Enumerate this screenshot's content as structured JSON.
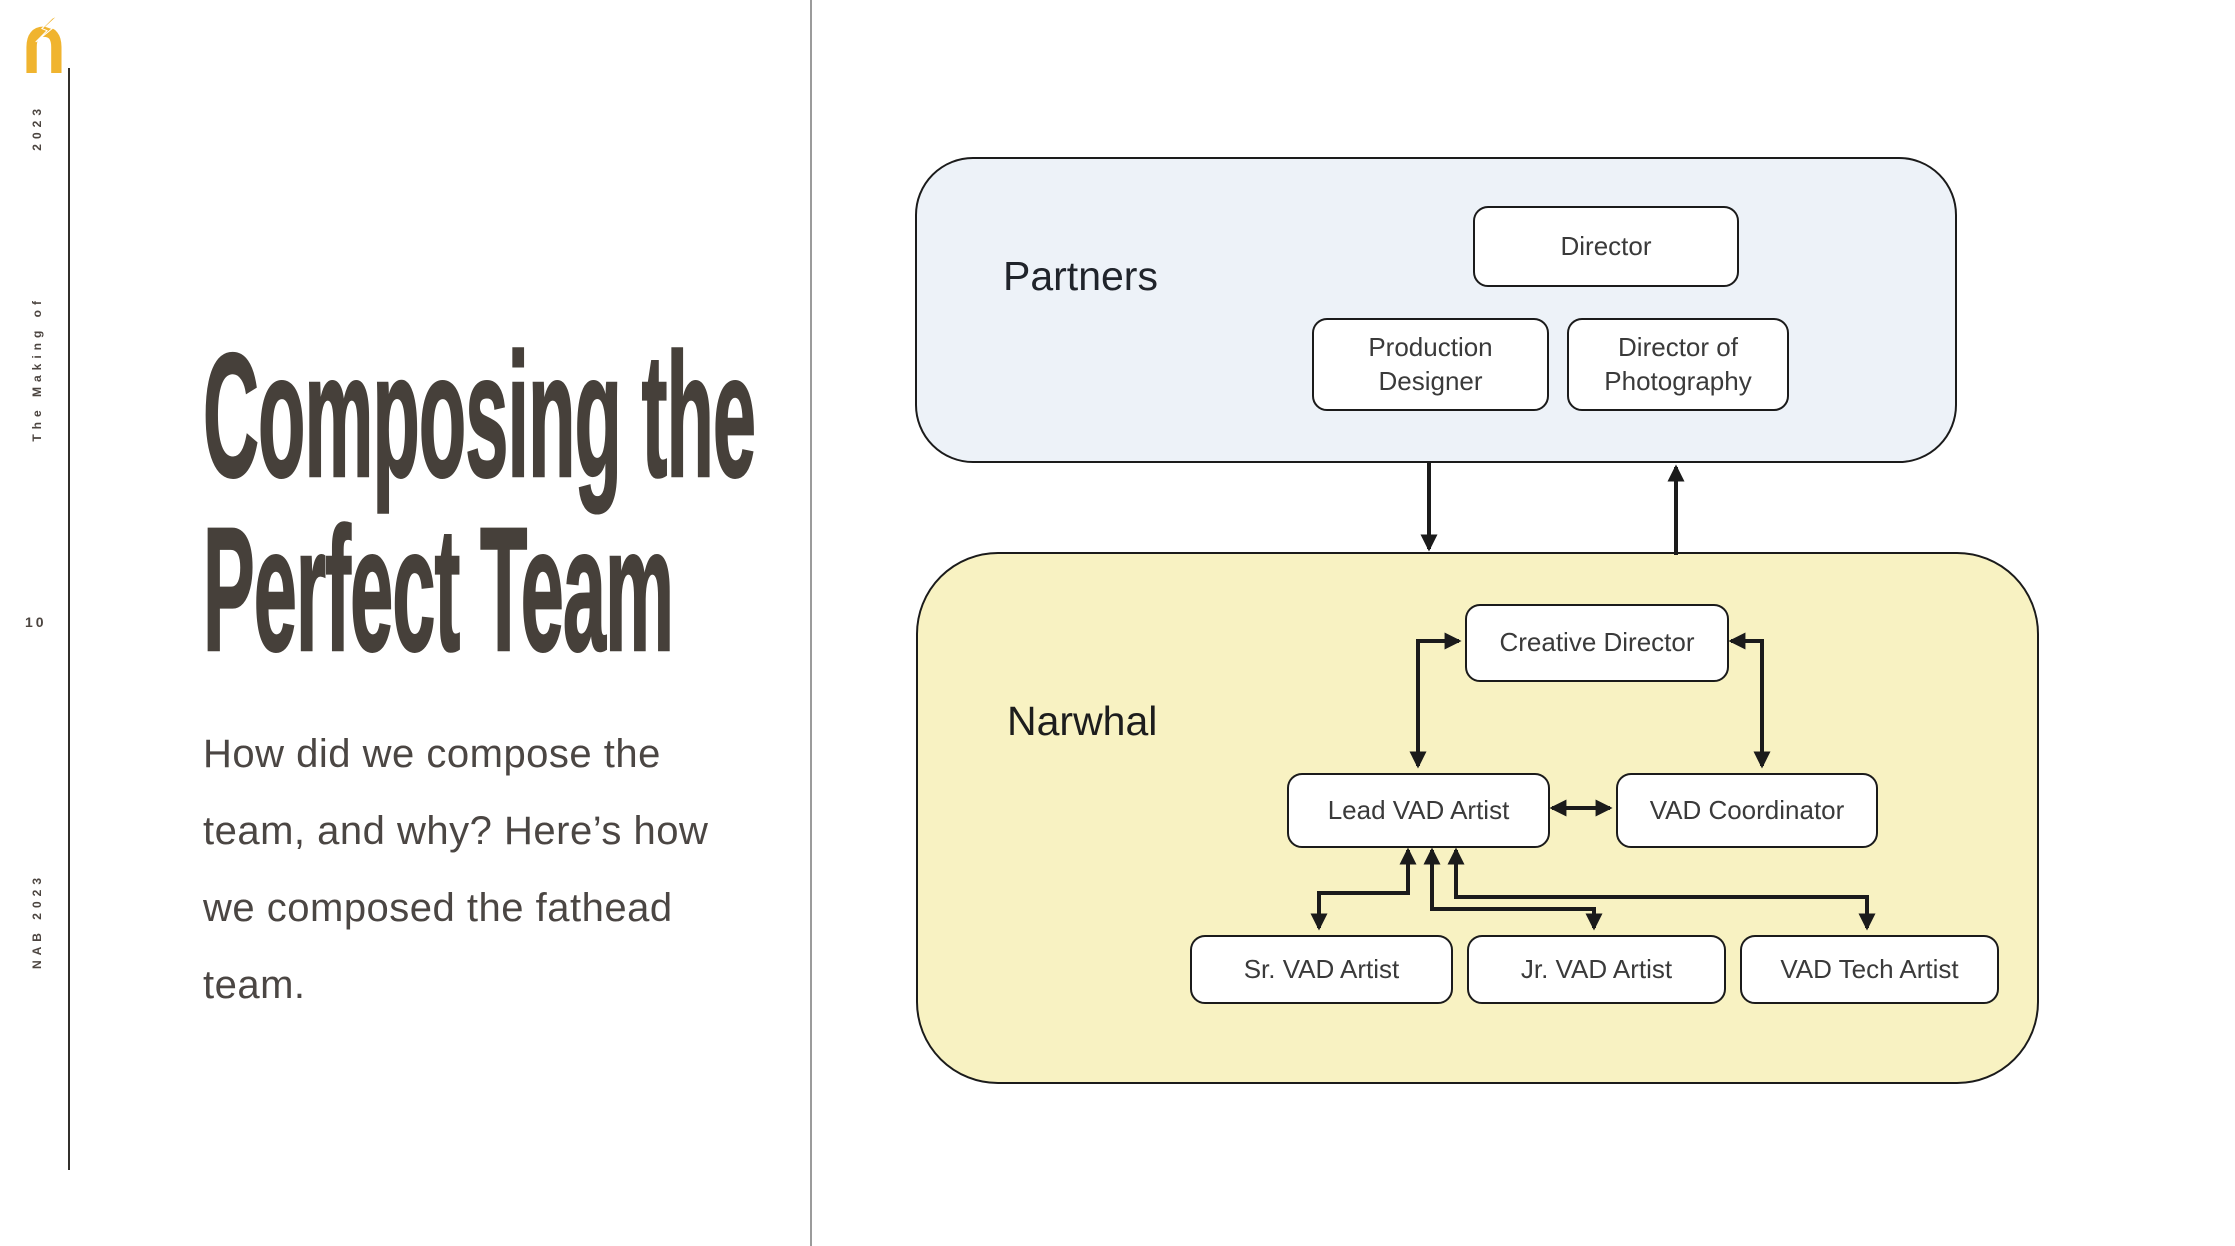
{
  "sidebar": {
    "logo_icon": "n-lightning-logo",
    "year_vertical": "2023",
    "series_vertical": "The Making of",
    "page_number": "10",
    "footer_vertical": "NAB 2023"
  },
  "content": {
    "title_line1": "Composing the",
    "title_line2": "Perfect Team",
    "body": "How did we compose the\nteam, and why? Here’s how\nwe composed the fathead\nteam."
  },
  "diagram": {
    "partners": {
      "label": "Partners",
      "nodes": {
        "director": {
          "label": "Director"
        },
        "production_designer": {
          "label": "Production\nDesigner"
        },
        "director_of_photography": {
          "label": "Director of\nPhotography"
        }
      }
    },
    "narwhal": {
      "label": "Narwhal",
      "nodes": {
        "creative_director": {
          "label": "Creative Director"
        },
        "lead_vad_artist": {
          "label": "Lead VAD Artist"
        },
        "vad_coordinator": {
          "label": "VAD Coordinator"
        },
        "sr_vad_artist": {
          "label": "Sr. VAD Artist"
        },
        "jr_vad_artist": {
          "label": "Jr. VAD Artist"
        },
        "vad_tech_artist": {
          "label": "VAD Tech Artist"
        }
      }
    }
  },
  "colors": {
    "logo_yellow": "#f0b42f",
    "title_brown": "#46403a",
    "body_text": "#4b4643",
    "partners_fill": "#edf2f8",
    "narwhal_fill": "#f8f2c2",
    "node_border": "#1b1b1b",
    "arrow": "#1b1b1b",
    "divider_gray": "#9b9b9b"
  }
}
